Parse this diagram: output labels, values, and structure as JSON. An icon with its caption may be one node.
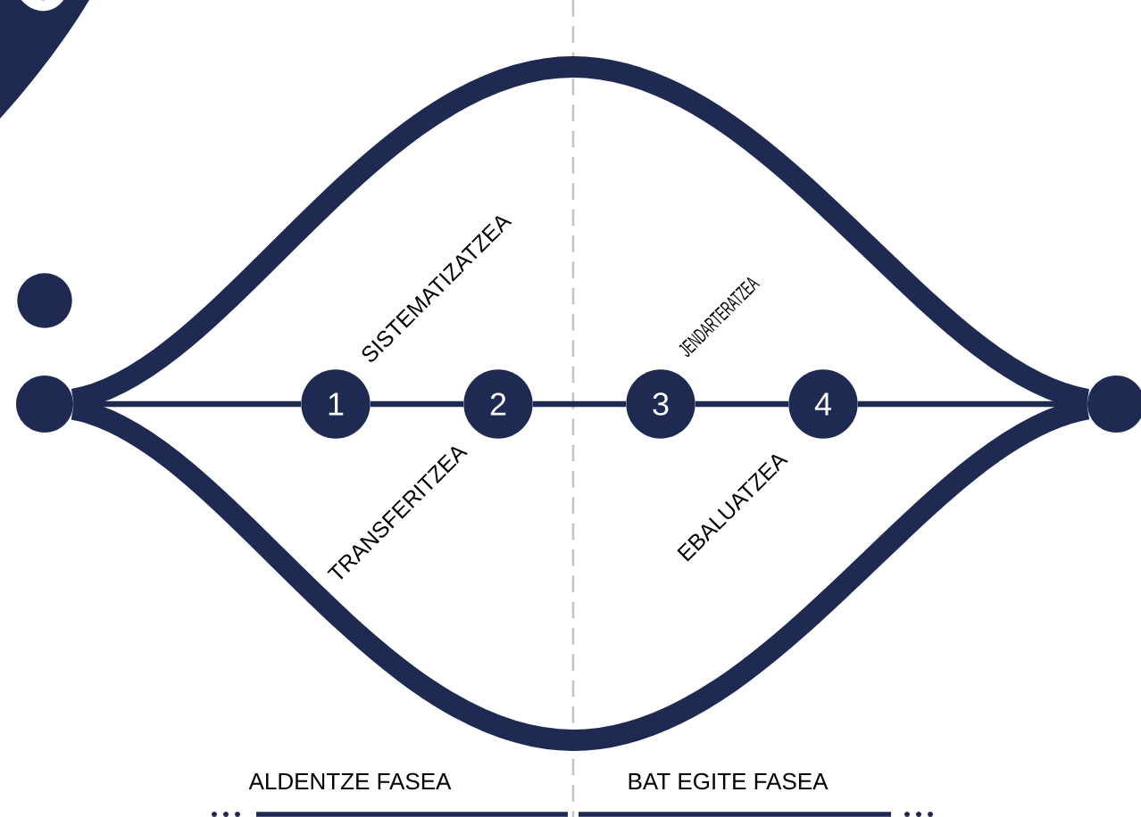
{
  "diagram": {
    "nodes": [
      {
        "text": [],
        "shape": "circle"
      },
      {
        "text": [],
        "shape": "circle"
      },
      {
        "text": [
          "1"
        ]
      },
      {
        "text": [
          "2"
        ]
      },
      {
        "text": [
          "3"
        ]
      },
      {
        "text": [
          "4"
        ]
      },
      {
        "text": [],
        "shape": "circle"
      }
    ],
    "edges": [
      {
        "from": 1,
        "to": 2,
        "arrow": "none"
      },
      {
        "from": 2,
        "to": 3,
        "arrow": "none"
      },
      {
        "from": 3,
        "to": 4,
        "arrow": "none"
      },
      {
        "from": 4,
        "to": 5,
        "arrow": "none"
      },
      {
        "from": 5,
        "to": 6,
        "arrow": "none"
      },
      {
        "from": 1,
        "to": 6,
        "arrow": "none",
        "style": "thick"
      },
      {
        "from": 1,
        "to": 6,
        "arrow": "none",
        "style": "thick"
      }
    ],
    "labels": [
      "SISTEMATIZATZEA",
      "JENDARTERATZEA",
      "TRANSFERITZEA",
      "EBALUATZEA",
      "ALDENTZE FASEA",
      "BAT EGITE FASEA"
    ]
  }
}
